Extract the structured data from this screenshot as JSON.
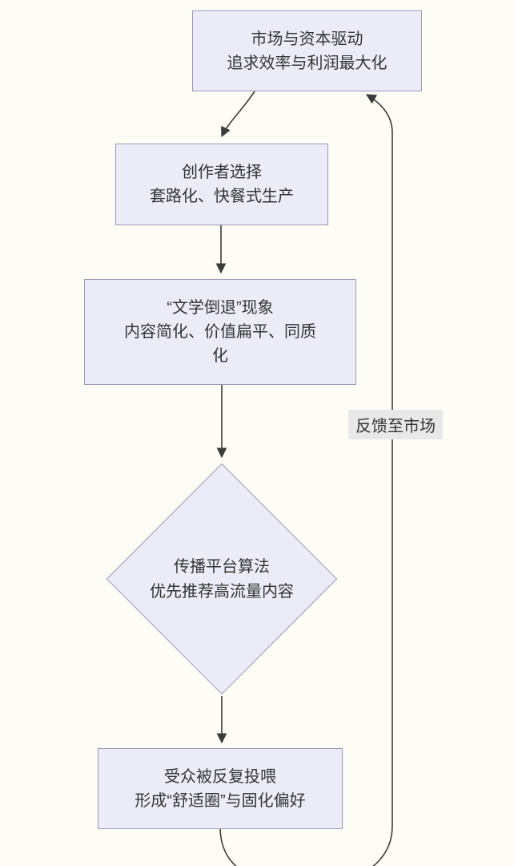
{
  "diagram": {
    "type": "flowchart",
    "nodes": {
      "market": {
        "line1": "市场与资本驱动",
        "line2": "追求效率与利润最大化"
      },
      "creator": {
        "line1": "创作者选择",
        "line2": "套路化、快餐式生产"
      },
      "decline": {
        "line1": "“文学倒退”现象",
        "line2": "内容简化、价值扁平、同质",
        "line3": "化"
      },
      "platform": {
        "line1": "传播平台算法",
        "line2": "优先推荐高流量内容"
      },
      "audience": {
        "line1": "受众被反复投喂",
        "line2": "形成“舒适圈”与固化偏好"
      }
    },
    "edge_labels": {
      "feedback": "反馈至市场"
    },
    "colors": {
      "background": "#fdfdf6",
      "node_fill": "#ececf8",
      "node_border": "#9a9ab8",
      "edge": "#3b3b3b",
      "text": "#333333",
      "edge_label_bg": "#e8e8e8"
    }
  }
}
